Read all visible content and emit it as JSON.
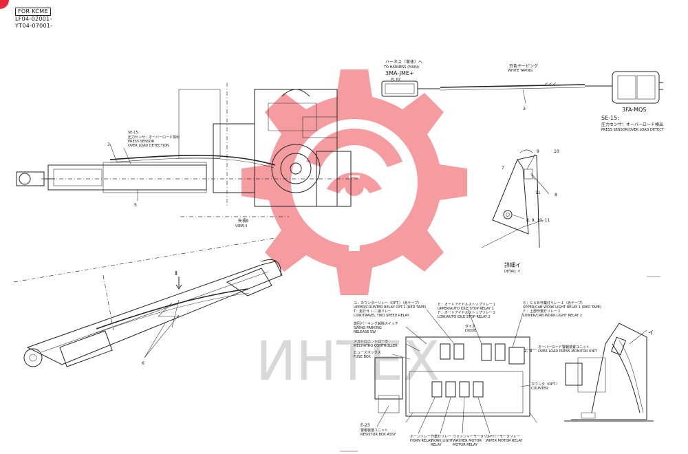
{
  "header": {
    "for_label": "FOR KCME",
    "serial_1": "LF04-02001-",
    "serial_2": "YT04-07001-"
  },
  "harness": {
    "jp_label": "ハーネス（車体）へ",
    "en_label": "TO HARNESS (MAIN)",
    "connector": "3MA-JME+",
    "pins": "P1 P2"
  },
  "taping": {
    "jp_label": "白色テーピング",
    "en_label": "WHITE TAPING"
  },
  "sensor": {
    "connector": "3FA-MQS",
    "code": "SE-15:",
    "jp_label": "圧力センサ：オーバーロード検出",
    "en_label": "PRESS SENSOR(OVER LOAD DETECT"
  },
  "upper_view": {
    "se_code": "SE-15:",
    "se_jp": "圧力センサ：オーバーロード検出",
    "se_en1": "PRESS SENSOR",
    "se_en2": "OVER LOAD DETECTION",
    "view_jp": "矢視Ⅱ",
    "view_en": "VIEW Ⅱ",
    "num_3": "3",
    "num_5": "5"
  },
  "detail": {
    "n7": "7",
    "n8": "8",
    "n9": "9",
    "n10": "10",
    "n11": "11",
    "n_group": "8, 9, 10, 11",
    "jp_label": "詳細イ",
    "en_label": "DETAIL イ",
    "harness_num": "3"
  },
  "boom": {
    "arrow_label": "Ⅱ",
    "num_6": "6"
  },
  "relays": {
    "counter_relay_jp": "ユ：カウンターリレー（OPT.）（赤テープ）",
    "counter_relay_en1": "UPPER/COUNTER RELAY OPT.1 (RED TAPE)",
    "counter_relay_en2": "T：走行Ｈｉ-ニ速リレー",
    "counter_relay_en3": "LOW/TRAVEL TWO SPEED RELAY",
    "idle_jp": "Ｅ：オートアイドルストップリレー１",
    "idle_en1": "UPPER/AUTO IDLE STOP RELAY 1",
    "idle_en2": "Ｆ：オートアイドルストップリレー２",
    "idle_en3": "LOW/AUTO IDLE STOP RELAY 2",
    "diode_jp": "ダイオ",
    "diode_en": "DIODE",
    "cab_jp": "Ｅ：ＣＡＢ作業灯リレー１（赤テープ）",
    "cab_en1": "UPPER/CAB WORK LIGHT RELAY 1 (RED TAPE)",
    "cab_en2": "Ｆ：上部作業灯リレー２",
    "cab_en3": "LOWER/CAB WORK LIGHT RELAY 2",
    "parking_jp": "旋回パーキング解除スイッチ",
    "parking_en1": "SWING PARKING",
    "parking_en2": "RELEASE SW",
    "mech_jp": "メカトロコントローラ",
    "mech_en": "MECHATRO CONTROLLER",
    "fuse_jp": "ヒューズボックス",
    "fuse_en": "FUSE BOX",
    "overload_jp": "オーバーロード警報装置ユニット",
    "overload_en": "OVER LOAD PRESS MONITOR UNIT",
    "counter_jp": "カウンタ（OPT.）",
    "counter_en": "COUNTER",
    "num_2_8": "2, 8",
    "e23_code": "E-23",
    "e23_jp": "警報装置ユニット",
    "e23_en": "RESISTOR BOX ASSY",
    "horn_jp": "ホーンリレー",
    "horn_en": "HORN RELAY",
    "wlight_jp": "作業灯リレー",
    "wlight_en1": "WORK LIGHT",
    "wlight_en2": "RELAY",
    "washer_jp": "ウォッシャーモータリレー",
    "washer_en1": "WASHER MOTOR",
    "washer_en2": "MOTOR RELAY",
    "wiper_jp": "ワイパーモータリレー",
    "wiper_en": "WIPER MOTOR RELAY",
    "arrow_i": "イ"
  },
  "watermark": {
    "text": "ИНТЕХ"
  },
  "colors": {
    "watermark_red": "#ec3b45",
    "watermark_gray": "#c8c8c8",
    "line": "#222222"
  }
}
